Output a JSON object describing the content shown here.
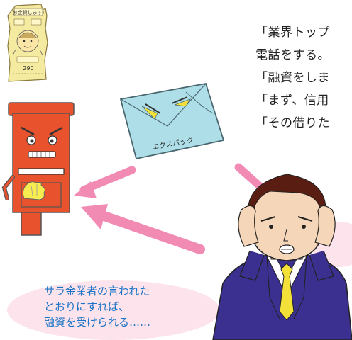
{
  "flyer": {
    "headline": "お金貸します!",
    "price": "290"
  },
  "envelope": {
    "label": "エクスパック"
  },
  "dialogue": [
    "「業界トップ",
    "電話をする。",
    "「融資をしま",
    "「まず、信用",
    "「その借りた"
  ],
  "bubble": {
    "lines": [
      "サラ金業者の言われた",
      "とおりにすれば、",
      "融資を受けられる……"
    ]
  },
  "colors": {
    "arrow": "#f28bb4",
    "bubble_bg": "#fde4ec",
    "postbox": "#e8532d",
    "envelope": "#aedfe8",
    "suit": "#3b2f8f",
    "tie": "#f3e13a",
    "text_blue": "#1a73c6"
  }
}
